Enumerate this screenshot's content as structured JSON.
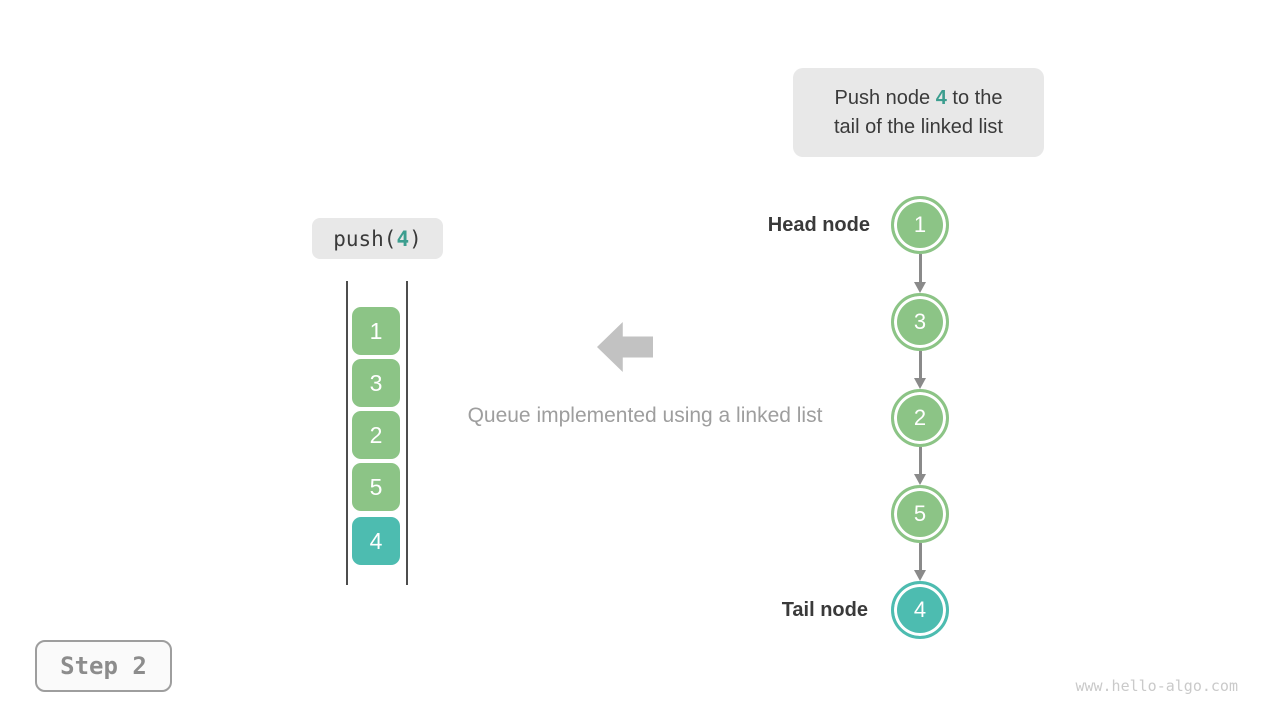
{
  "colors": {
    "green": "#8CC486",
    "teal": "#4DBCB0",
    "teal_text": "#3C9E8F",
    "dark_text": "#3A3A3A",
    "label_bg": "#E8E8E8",
    "caption_gray": "#9E9E9E",
    "block_arrow_gray": "#C2C2C2",
    "link_arrow_gray": "#8A8A8A",
    "rail_dark": "#4D4D4D",
    "step_border": "#9E9E9E",
    "step_text": "#8C8C8C",
    "step_bg": "#FAFAFA",
    "watermark_gray": "#CACACA"
  },
  "callout": {
    "line1_pre": "Push node ",
    "value": "4",
    "line1_post": " to the",
    "line2": "tail of the linked list"
  },
  "operation": {
    "prefix": "push(",
    "value": "4",
    "suffix": ")"
  },
  "stack": {
    "items": [
      {
        "value": "1",
        "highlight": false
      },
      {
        "value": "3",
        "highlight": false
      },
      {
        "value": "2",
        "highlight": false
      },
      {
        "value": "5",
        "highlight": false
      },
      {
        "value": "4",
        "highlight": true
      }
    ]
  },
  "caption": "Queue implemented using a linked list",
  "linked_list": {
    "head_label": "Head node",
    "tail_label": "Tail node",
    "nodes": [
      {
        "value": "1",
        "highlight": false
      },
      {
        "value": "3",
        "highlight": false
      },
      {
        "value": "2",
        "highlight": false
      },
      {
        "value": "5",
        "highlight": false
      },
      {
        "value": "4",
        "highlight": true
      }
    ]
  },
  "step_badge": "Step 2",
  "watermark": "www.hello-algo.com"
}
